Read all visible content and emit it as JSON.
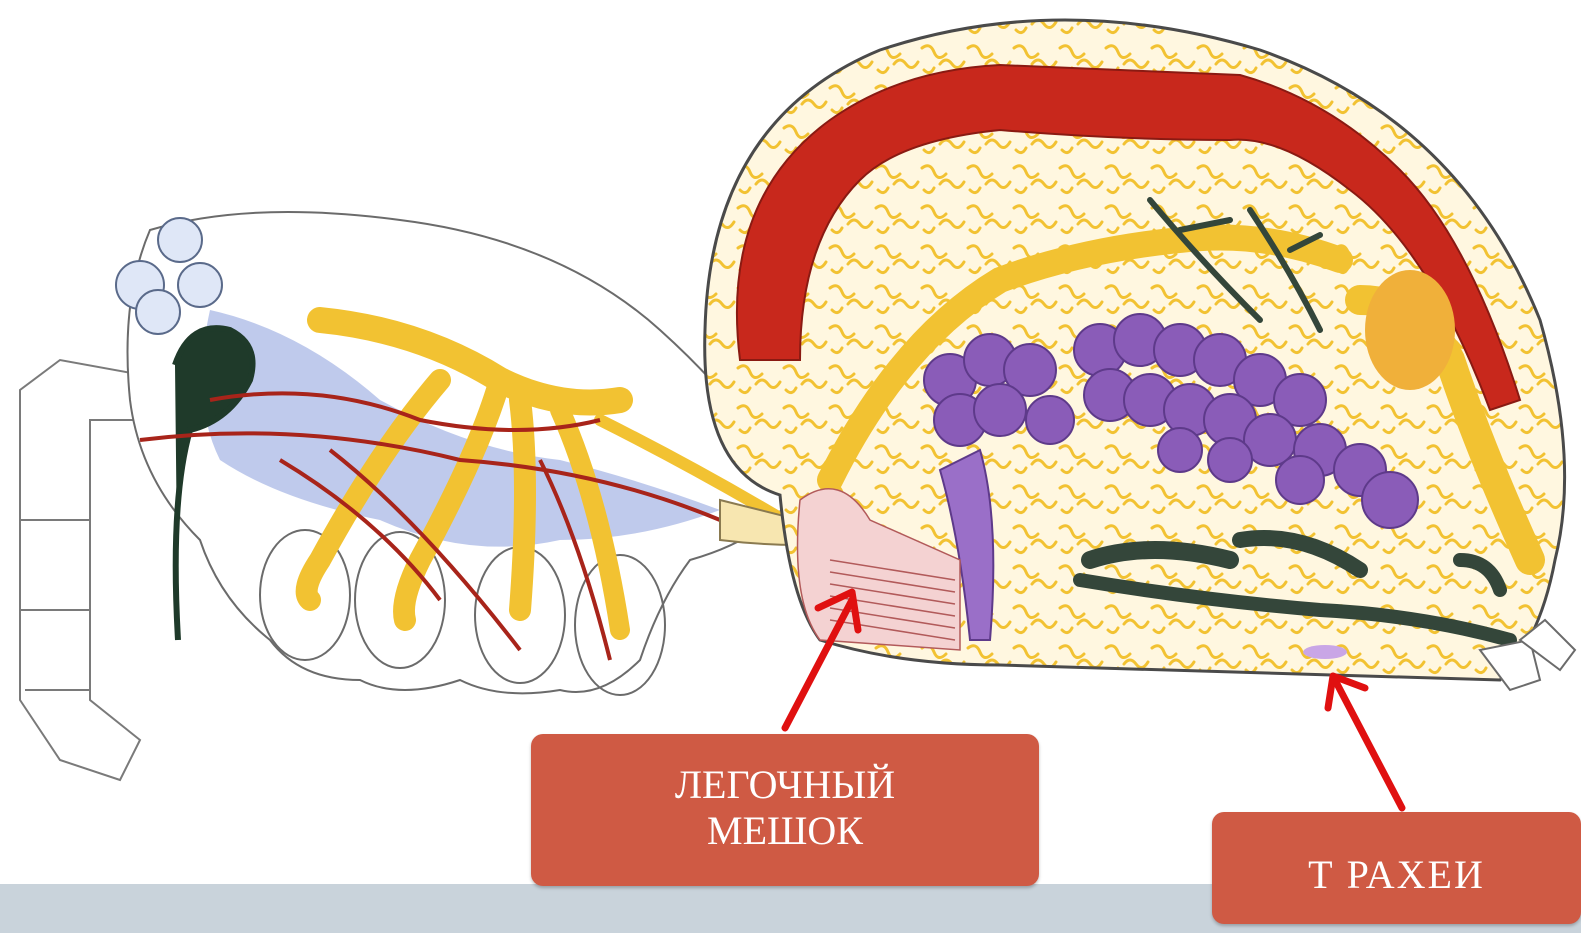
{
  "labels": {
    "lung": {
      "line1": "ЛЕГОЧНЫЙ",
      "line2": "МЕШОК"
    },
    "trachea": {
      "text": "Т РАХЕИ"
    }
  },
  "colors": {
    "label_fill": "#cf5a44",
    "label_text": "#ffffff",
    "arrow": "#e01010",
    "footer_band": "#c9d3db",
    "heart": "#c8281c",
    "nerves_fat": "#f2c232",
    "digestive": "#8a5cb8",
    "tracheae": "#34463a",
    "muscle_blue": "#a9b8e6"
  }
}
